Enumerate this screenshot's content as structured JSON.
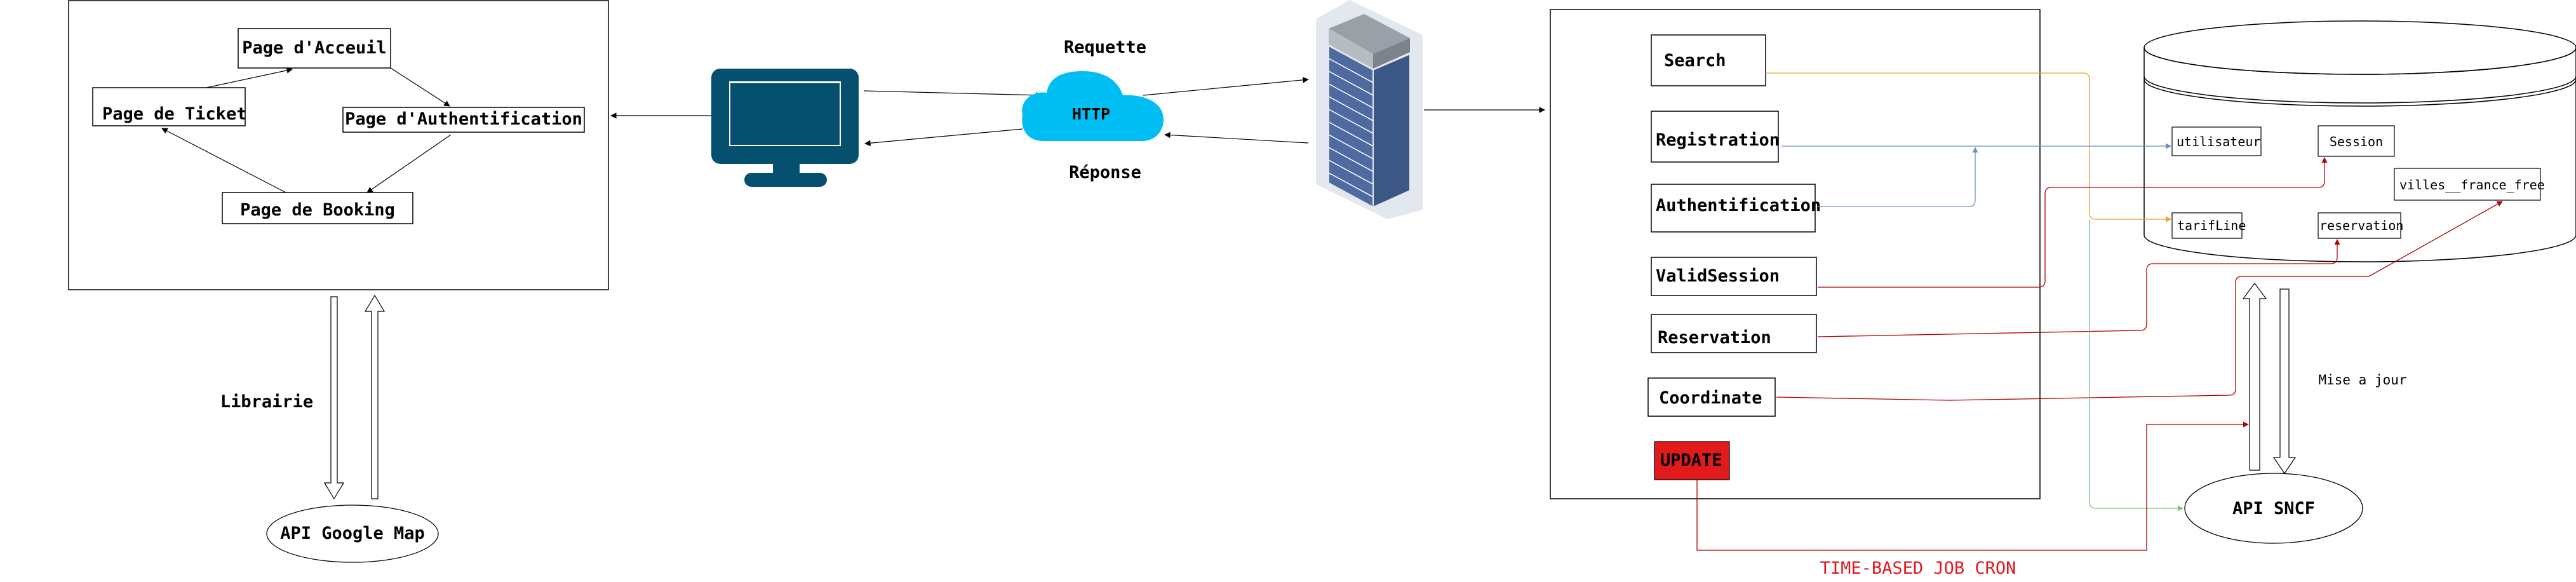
{
  "client": {
    "page_accueil": "Page d'Acceuil",
    "page_ticket": "Page de Ticket",
    "page_auth": "Page d'Authentification",
    "page_booking": "Page de Booking"
  },
  "labels": {
    "librairie": "Librairie",
    "api_google_map": "API Google Map",
    "requette": "Requette",
    "http": "HTTP",
    "reponse": "Réponse",
    "mise_a_jour": "Mise a jour",
    "api_sncf": "API SNCF",
    "cron": "TIME-BASED JOB CRON"
  },
  "services": {
    "search": "Search",
    "registration": "Registration",
    "authentification": "Authentification",
    "validsession": "ValidSession",
    "reservation": "Reservation",
    "coordinate": "Coordinate",
    "update": "UPDATE"
  },
  "database": {
    "utilisateur": "utilisateur",
    "session": "Session",
    "villes": "villes__france_free",
    "tarifline": "tarifLine",
    "reservation": "reservation"
  },
  "colors": {
    "monitor": "#05506e",
    "cloud": "#00bef2",
    "update_fill": "#e31a1c",
    "cron_text": "#e31a1c",
    "orange_link": "#e8a030",
    "blue_link": "#6c8ebf",
    "red_link": "#b20000",
    "green_link": "#7fbf7f"
  }
}
